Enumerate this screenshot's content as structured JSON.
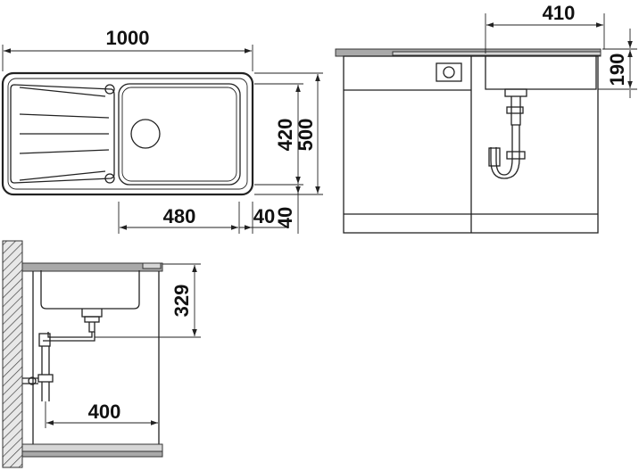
{
  "dimensions": {
    "top_width": "1000",
    "bowl_width": "480",
    "side_margin": "40",
    "outer_depth": "500",
    "bowl_depth": "420",
    "bottom_margin": "40",
    "cabinet_width": "410",
    "sink_height": "190",
    "installed_depth": "329",
    "drain_offset": "400"
  }
}
